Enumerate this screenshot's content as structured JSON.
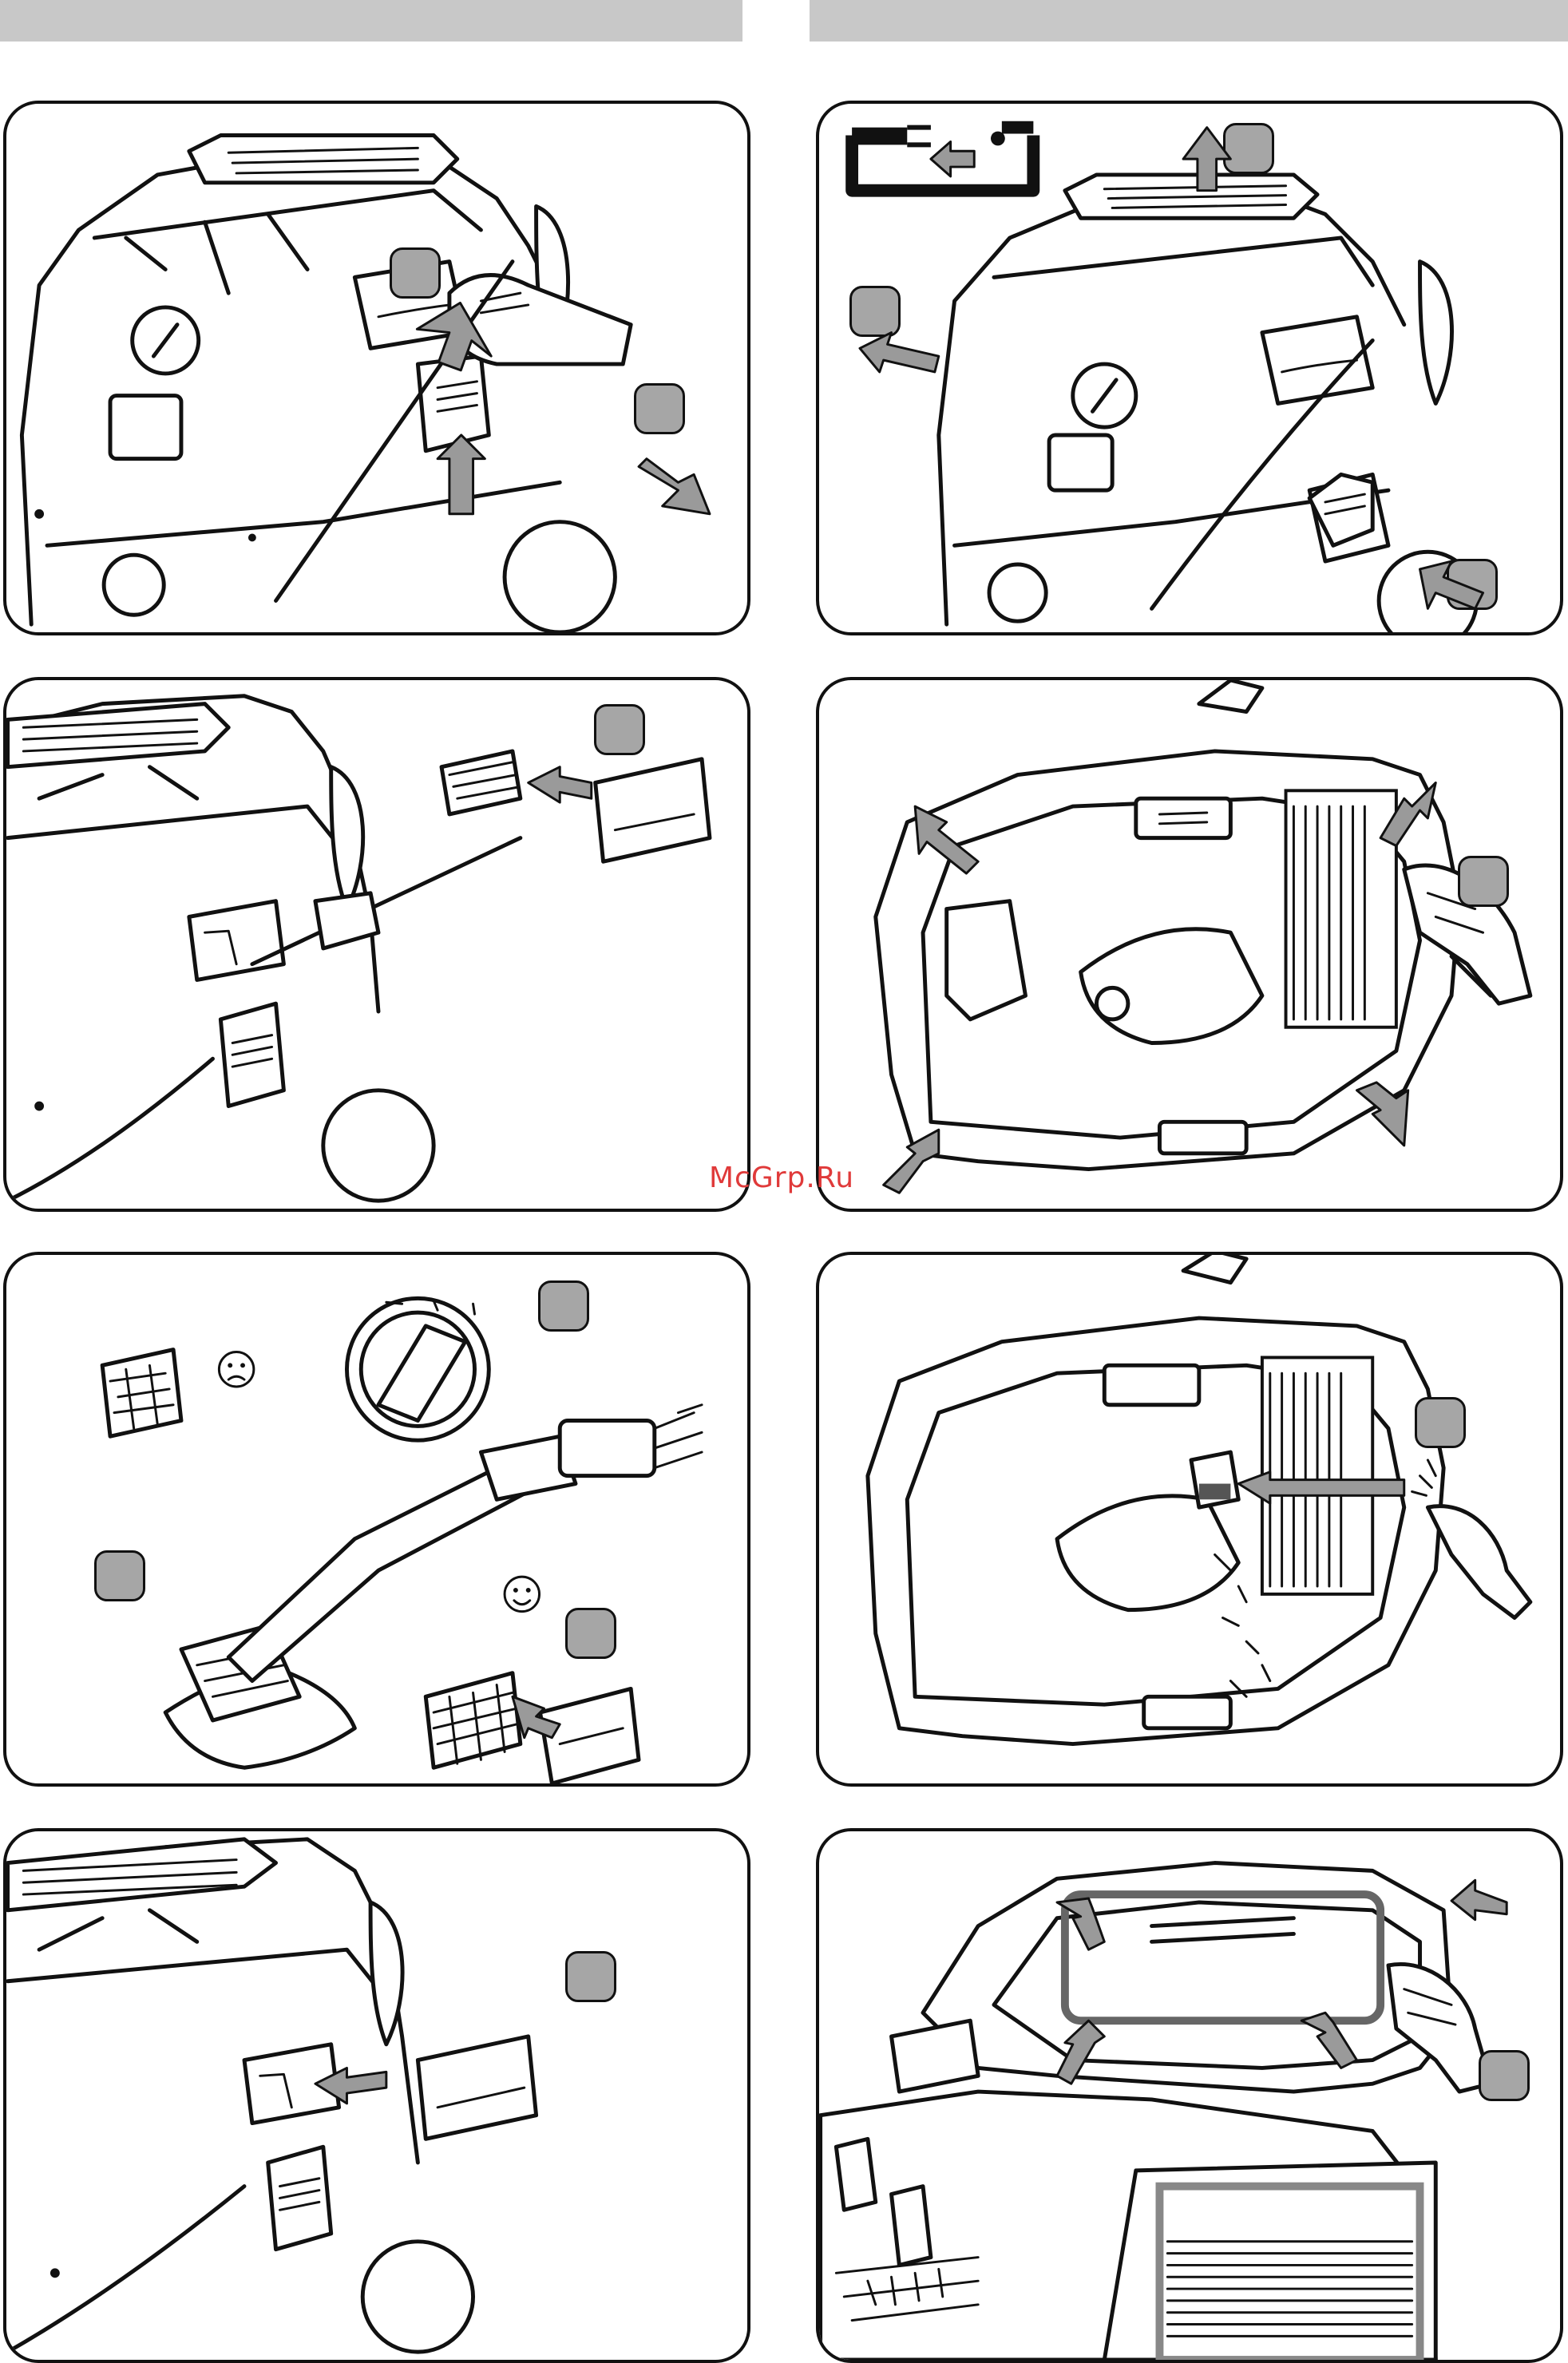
{
  "page": {
    "watermark": "McGrp.Ru"
  },
  "colors": {
    "header_bar": "#c8c8c8",
    "step_badge": "#a6a6a6",
    "arrow_fill": "#9a9a9a",
    "line": "#111111",
    "watermark": "#e03a3a"
  },
  "panels": [
    {
      "id": "panel-1",
      "subject": "remove-filter-cover-from-vacuum",
      "icons": [
        "hand-icon",
        "arrow-icon"
      ]
    },
    {
      "id": "panel-2",
      "subject": "unplug-and-lift-top",
      "icons": [
        "unplug-icon",
        "arrow-icon"
      ]
    },
    {
      "id": "panel-3",
      "subject": "remove-foam-filter",
      "icons": [
        "foam-filter-icon",
        "arrow-icon"
      ]
    },
    {
      "id": "panel-4",
      "subject": "wipe-housing-seal",
      "icons": [
        "hand-icon",
        "arrow-icon"
      ]
    },
    {
      "id": "panel-5",
      "subject": "vacuum-clean-filter",
      "icons": [
        "sad-face-icon",
        "happy-face-icon",
        "dial-icon"
      ]
    },
    {
      "id": "panel-6",
      "subject": "tap-out-dust",
      "icons": [
        "hand-icon",
        "arrow-icon"
      ]
    },
    {
      "id": "panel-7",
      "subject": "refit-filter-cover",
      "icons": [
        "arrow-icon"
      ]
    },
    {
      "id": "panel-8",
      "subject": "wipe-lid-seal",
      "icons": [
        "hand-icon",
        "arrow-icon"
      ]
    }
  ]
}
